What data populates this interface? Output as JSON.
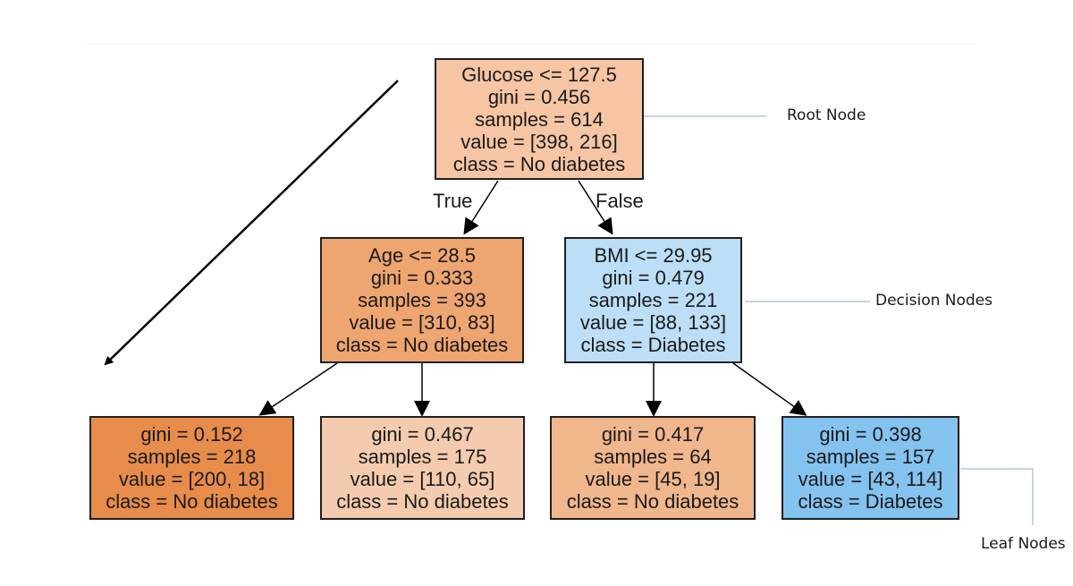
{
  "tree": {
    "root": {
      "lines": [
        "Glucose <= 127.5",
        "gini = 0.456",
        "samples = 614",
        "value = [398, 216]",
        "class = No diabetes"
      ],
      "fill": "#f5c5a4"
    },
    "age": {
      "lines": [
        "Age <= 28.5",
        "gini = 0.333",
        "samples = 393",
        "value = [310, 83]",
        "class = No diabetes"
      ],
      "fill": "#eea570"
    },
    "bmi": {
      "lines": [
        "BMI <= 29.95",
        "gini = 0.479",
        "samples = 221",
        "value = [88, 133]",
        "class = Diabetes"
      ],
      "fill": "#bcdef6"
    },
    "leaf1": {
      "lines": [
        "gini = 0.152",
        "samples = 218",
        "value = [200, 18]",
        "class = No diabetes"
      ],
      "fill": "#e78c4a"
    },
    "leaf2": {
      "lines": [
        "gini = 0.467",
        "samples = 175",
        "value = [110, 65]",
        "class = No diabetes"
      ],
      "fill": "#f4cbae"
    },
    "leaf3": {
      "lines": [
        "gini = 0.417",
        "samples = 64",
        "value = [45, 19]",
        "class = No diabetes"
      ],
      "fill": "#f0b68c"
    },
    "leaf4": {
      "lines": [
        "gini = 0.398",
        "samples = 157",
        "value = [43, 114]",
        "class = Diabetes"
      ],
      "fill": "#84c2ef"
    }
  },
  "edge_labels": {
    "true": "True",
    "false": "False"
  },
  "annotations": {
    "root": "Root Node",
    "decision": "Decision Nodes",
    "leaf": "Leaf Nodes"
  },
  "colors": {
    "border": "#1f1f1f",
    "annotation_line": "#8fa9cc",
    "arrow": "#000000"
  }
}
